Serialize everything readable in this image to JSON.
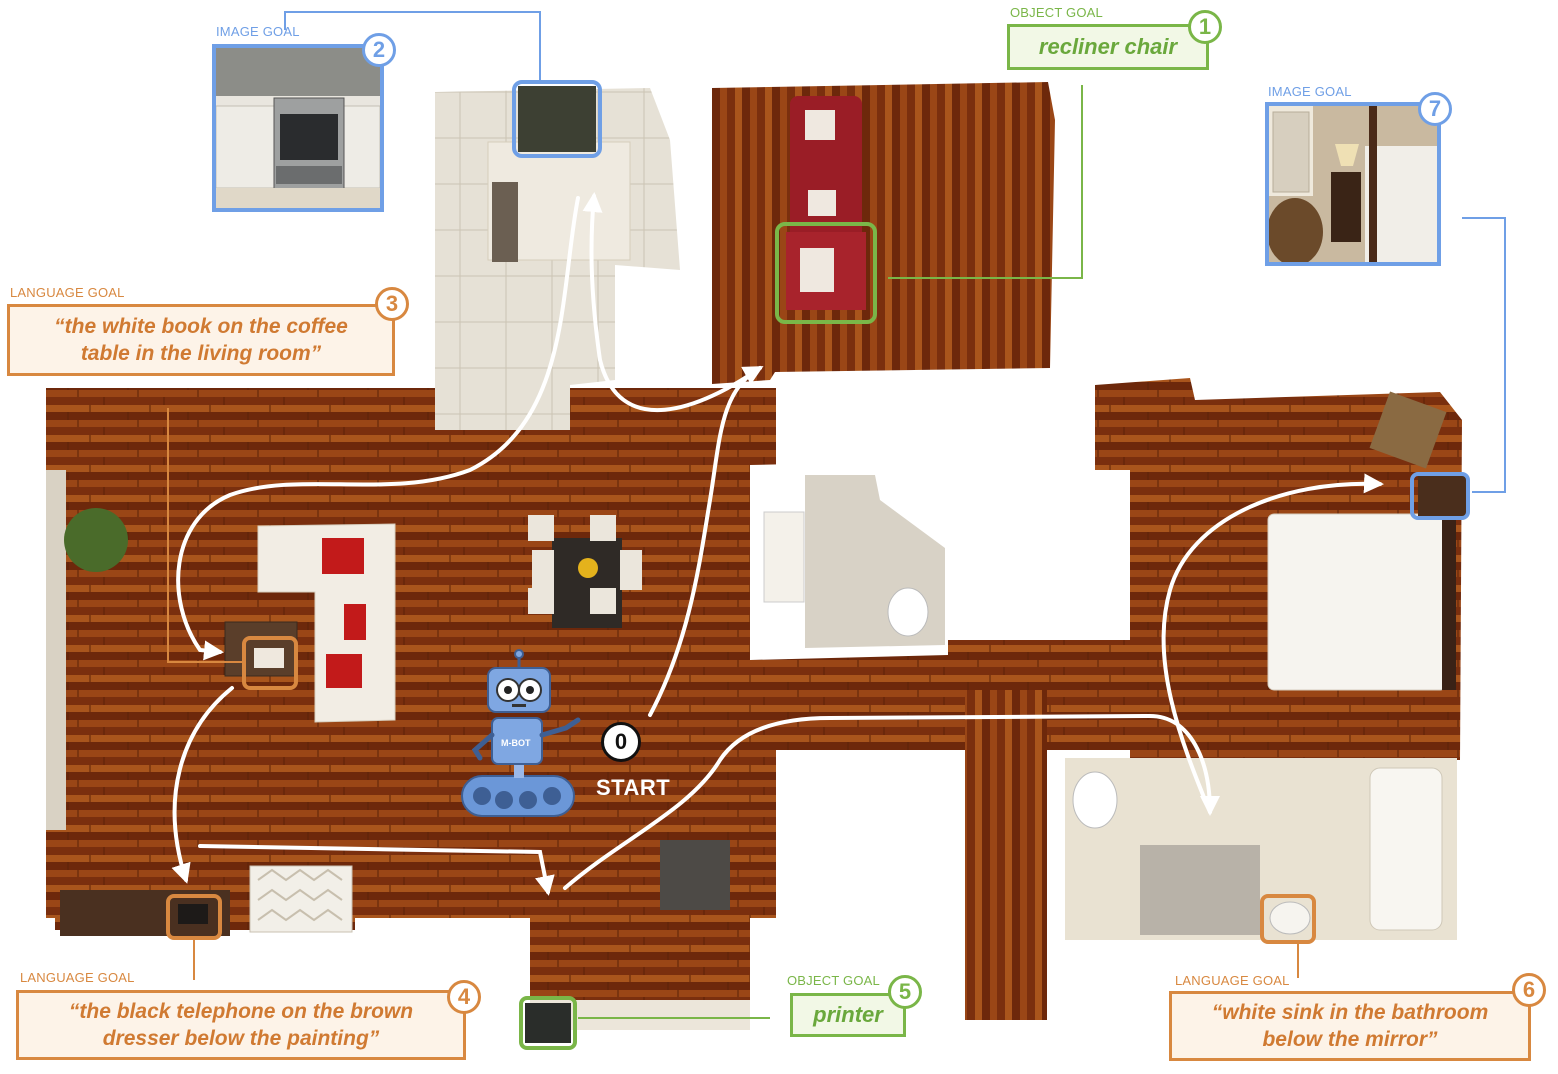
{
  "labels": {
    "image_goal": "IMAGE GOAL",
    "object_goal": "OBJECT GOAL",
    "language_goal": "LANGUAGE GOAL",
    "start": "START",
    "robot_name": "M-BOT"
  },
  "goals": {
    "g1": {
      "number": "1",
      "type": "OBJECT GOAL",
      "text": "recliner chair"
    },
    "g2": {
      "number": "2",
      "type": "IMAGE GOAL",
      "thumbnail": "kitchen stove"
    },
    "g3": {
      "number": "3",
      "type": "LANGUAGE GOAL",
      "line1": "“the white book on the coffee",
      "line2": "table in the living room”"
    },
    "g4": {
      "number": "4",
      "type": "LANGUAGE GOAL",
      "line1": "“the black telephone on the brown",
      "line2": "dresser below the painting”"
    },
    "g5": {
      "number": "5",
      "type": "OBJECT GOAL",
      "text": "printer"
    },
    "g6": {
      "number": "6",
      "type": "LANGUAGE GOAL",
      "line1": "“white sink in the bathroom",
      "line2": "below the mirror”"
    },
    "g7": {
      "number": "7",
      "type": "IMAGE GOAL",
      "thumbnail": "bedroom nightstand with lamp"
    }
  },
  "start_marker": "0",
  "colors": {
    "image_goal": "#6f9fe6",
    "object_goal": "#7ab648",
    "language_goal": "#d88840",
    "floor_wood": "#8a3a12",
    "tile_floor": "#e8e4da",
    "path": "#ffffff"
  }
}
